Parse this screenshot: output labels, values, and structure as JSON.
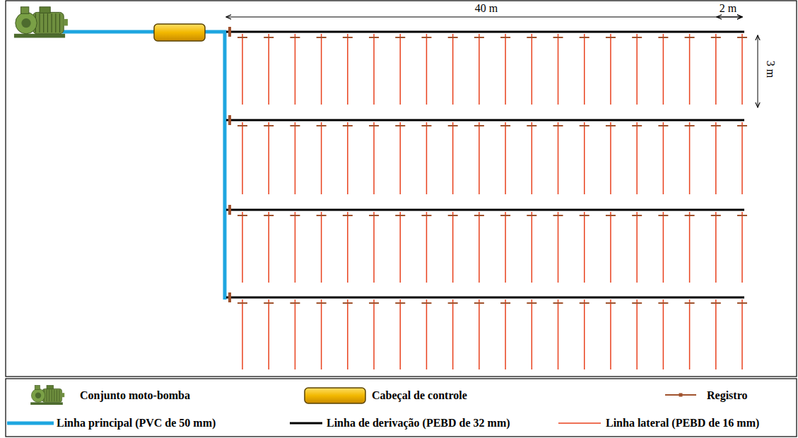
{
  "diagram": {
    "labels": [
      "40 m",
      "2 m",
      "3 m"
    ],
    "legend": [
      {
        "text": "Conjunto moto-bomba"
      },
      {
        "text": "Cabeçal de controle"
      },
      {
        "text": "Registro"
      },
      {
        "text": "Linha principal (PVC de 50 mm)"
      },
      {
        "text": "Linha de derivação (PEBD de 32 mm)"
      },
      {
        "text": "Linha lateral (PEBD de 16 mm)"
      }
    ]
  }
}
